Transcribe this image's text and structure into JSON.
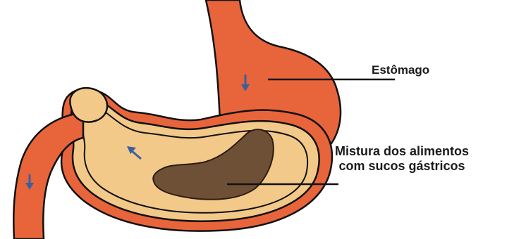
{
  "labels": {
    "stomach": "Estômago",
    "mixture_line1": "Mistura dos alimentos",
    "mixture_line2": "com sucos gástricos"
  },
  "colors": {
    "stomach_orange": "#e8643a",
    "outline": "#111111",
    "inner_layer": "#f3c98a",
    "mixture_brown": "#6e5037",
    "arrow_blue": "#3b5f9e"
  },
  "icons": {
    "arrows": [
      "down-arrow-icon",
      "diagonal-arrow-icon",
      "down-arrow-icon"
    ]
  }
}
